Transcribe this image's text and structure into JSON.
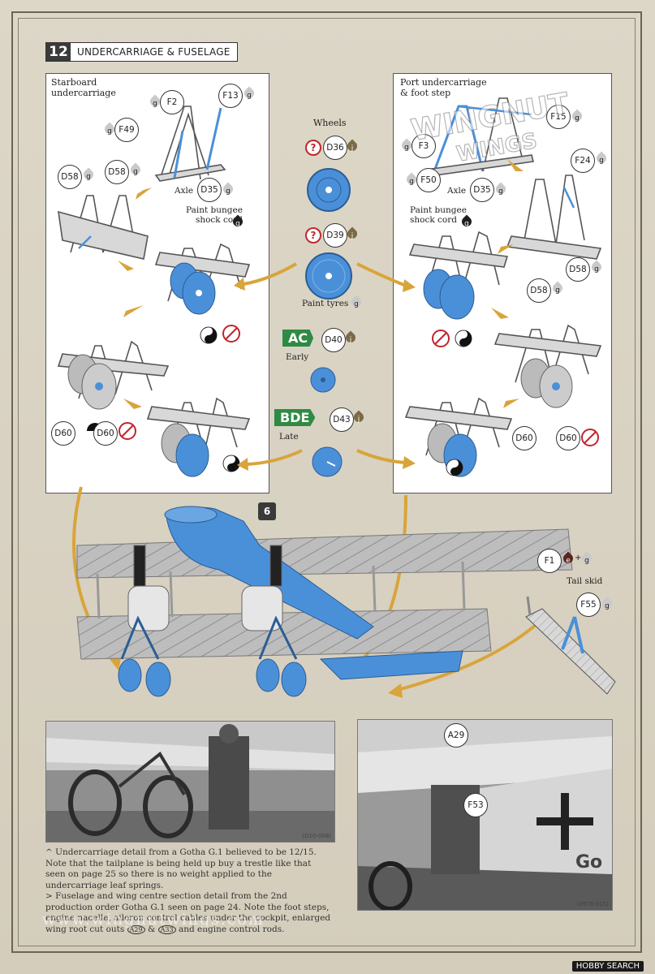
{
  "step": {
    "number": "12",
    "title": "UNDERCARRIAGE & FUSELAGE"
  },
  "starboard": {
    "title_line1": "Starboard",
    "title_line2": "undercarriage",
    "axle": "Axle",
    "bungee_line1": "Paint bungee",
    "bungee_line2": "shock cord"
  },
  "port": {
    "title_line1": "Port undercarriage",
    "title_line2": "& foot step",
    "axle": "Axle",
    "bungee_line1": "Paint bungee",
    "bungee_line2": "shock cord"
  },
  "wheels": {
    "title": "Wheels",
    "paint_tyres": "Paint tyres",
    "early": "Early",
    "late": "Late",
    "version_early": "AC",
    "version_late": "BDE",
    "unknown_mark": "?"
  },
  "parts": {
    "F2": "F2",
    "F13": "F13",
    "F49": "F49",
    "D58": "D58",
    "D35": "D35",
    "D36": "D36",
    "D39": "D39",
    "D40": "D40",
    "D43": "D43",
    "D60": "D60",
    "F3": "F3",
    "F15": "F15",
    "F24": "F24",
    "F50": "F50",
    "F1": "F1",
    "F55": "F55",
    "A29": "A29",
    "F53": "F53"
  },
  "paint_codes": {
    "g": "g",
    "j": "j",
    "q": "q",
    "e": "e",
    "plus": "+"
  },
  "tail": {
    "title": "Tail skid"
  },
  "step_ref": "6",
  "watermark_logo": {
    "line1": "WINGNUT",
    "line2": "WINGS"
  },
  "photo_left": {
    "id": "(O10-008)"
  },
  "photo_right": {
    "id": "(0978-015)",
    "fuselage_text": "Go"
  },
  "captions": {
    "left": "^ Undercarriage detail from a Gotha G.1 believed to be 12/15. Note that the tailplane is being held up buy a trestle like that seen on page 25 so there is no weight applied to the undercarriage leaf springs.",
    "right_intro": "> Fuselage and wing centre section detail from the 2nd production order Gotha G.1 seen on page 24. Note the foot steps, engine nacelle, aileron control cables under the cockpit, enlarged wing root cut outs",
    "right_ref1": "A29",
    "right_mid": "&",
    "right_ref2": "A33",
    "right_end": "and engine control rods."
  },
  "watermark_text": "www.wingnutwings.com",
  "footer": "HOBBY SEARCH",
  "colors": {
    "blue": "#4a90d9",
    "green": "#2f8a44",
    "red": "#c0262d",
    "gold": "#d9a43a"
  }
}
